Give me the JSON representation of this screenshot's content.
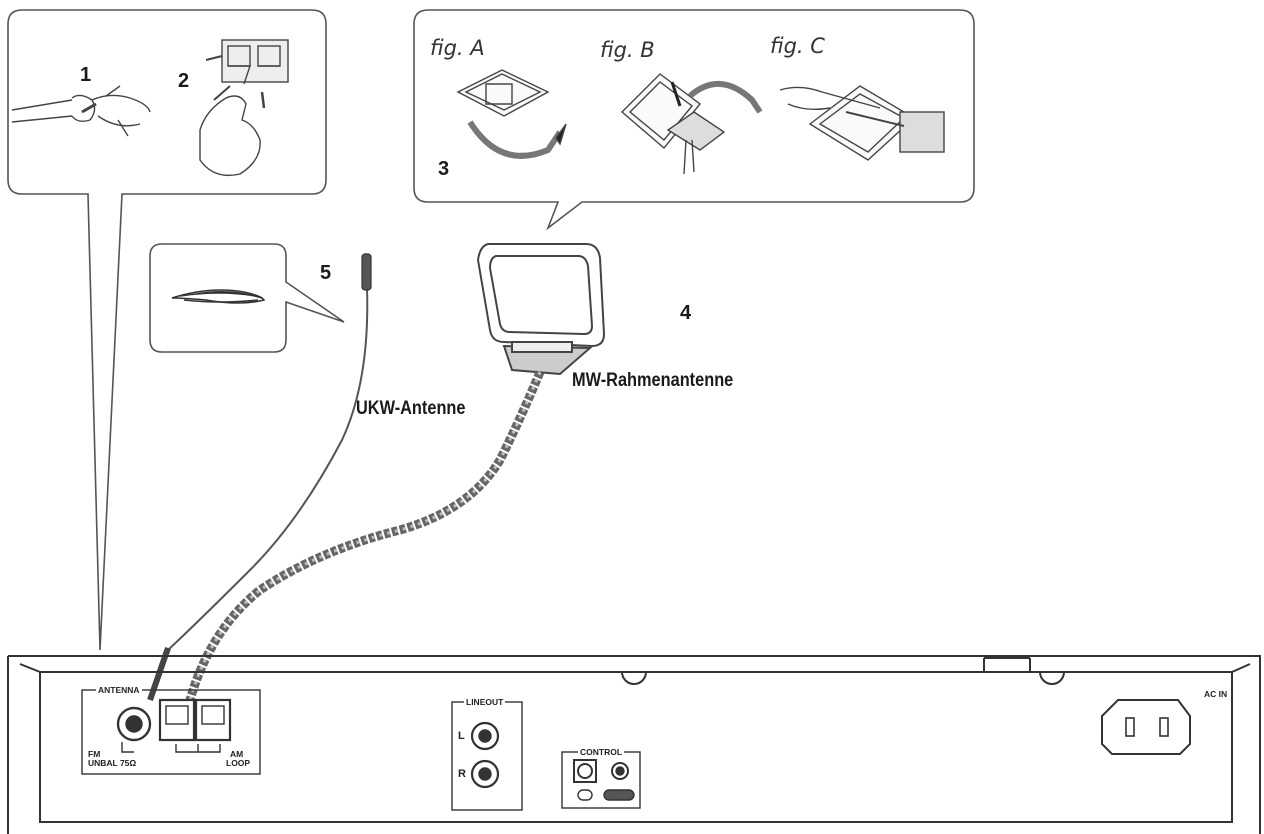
{
  "steps": {
    "s1": "1",
    "s2": "2",
    "s3": "3",
    "s4": "4",
    "s5": "5"
  },
  "figures": {
    "a": "fig. A",
    "b": "fig. B",
    "c": "fig. C"
  },
  "labels": {
    "fm_antenna": "UKW-Antenne",
    "am_antenna": "MW-Rahmenantenne"
  },
  "panel": {
    "antenna": "ANTENNA",
    "fm": "FM",
    "unbal": "UNBAL  75Ω",
    "am": "AM",
    "loop": "LOOP",
    "lineout": "LINEOUT",
    "l": "L",
    "r": "R",
    "control": "CONTROL",
    "ac_in": "AC IN"
  }
}
